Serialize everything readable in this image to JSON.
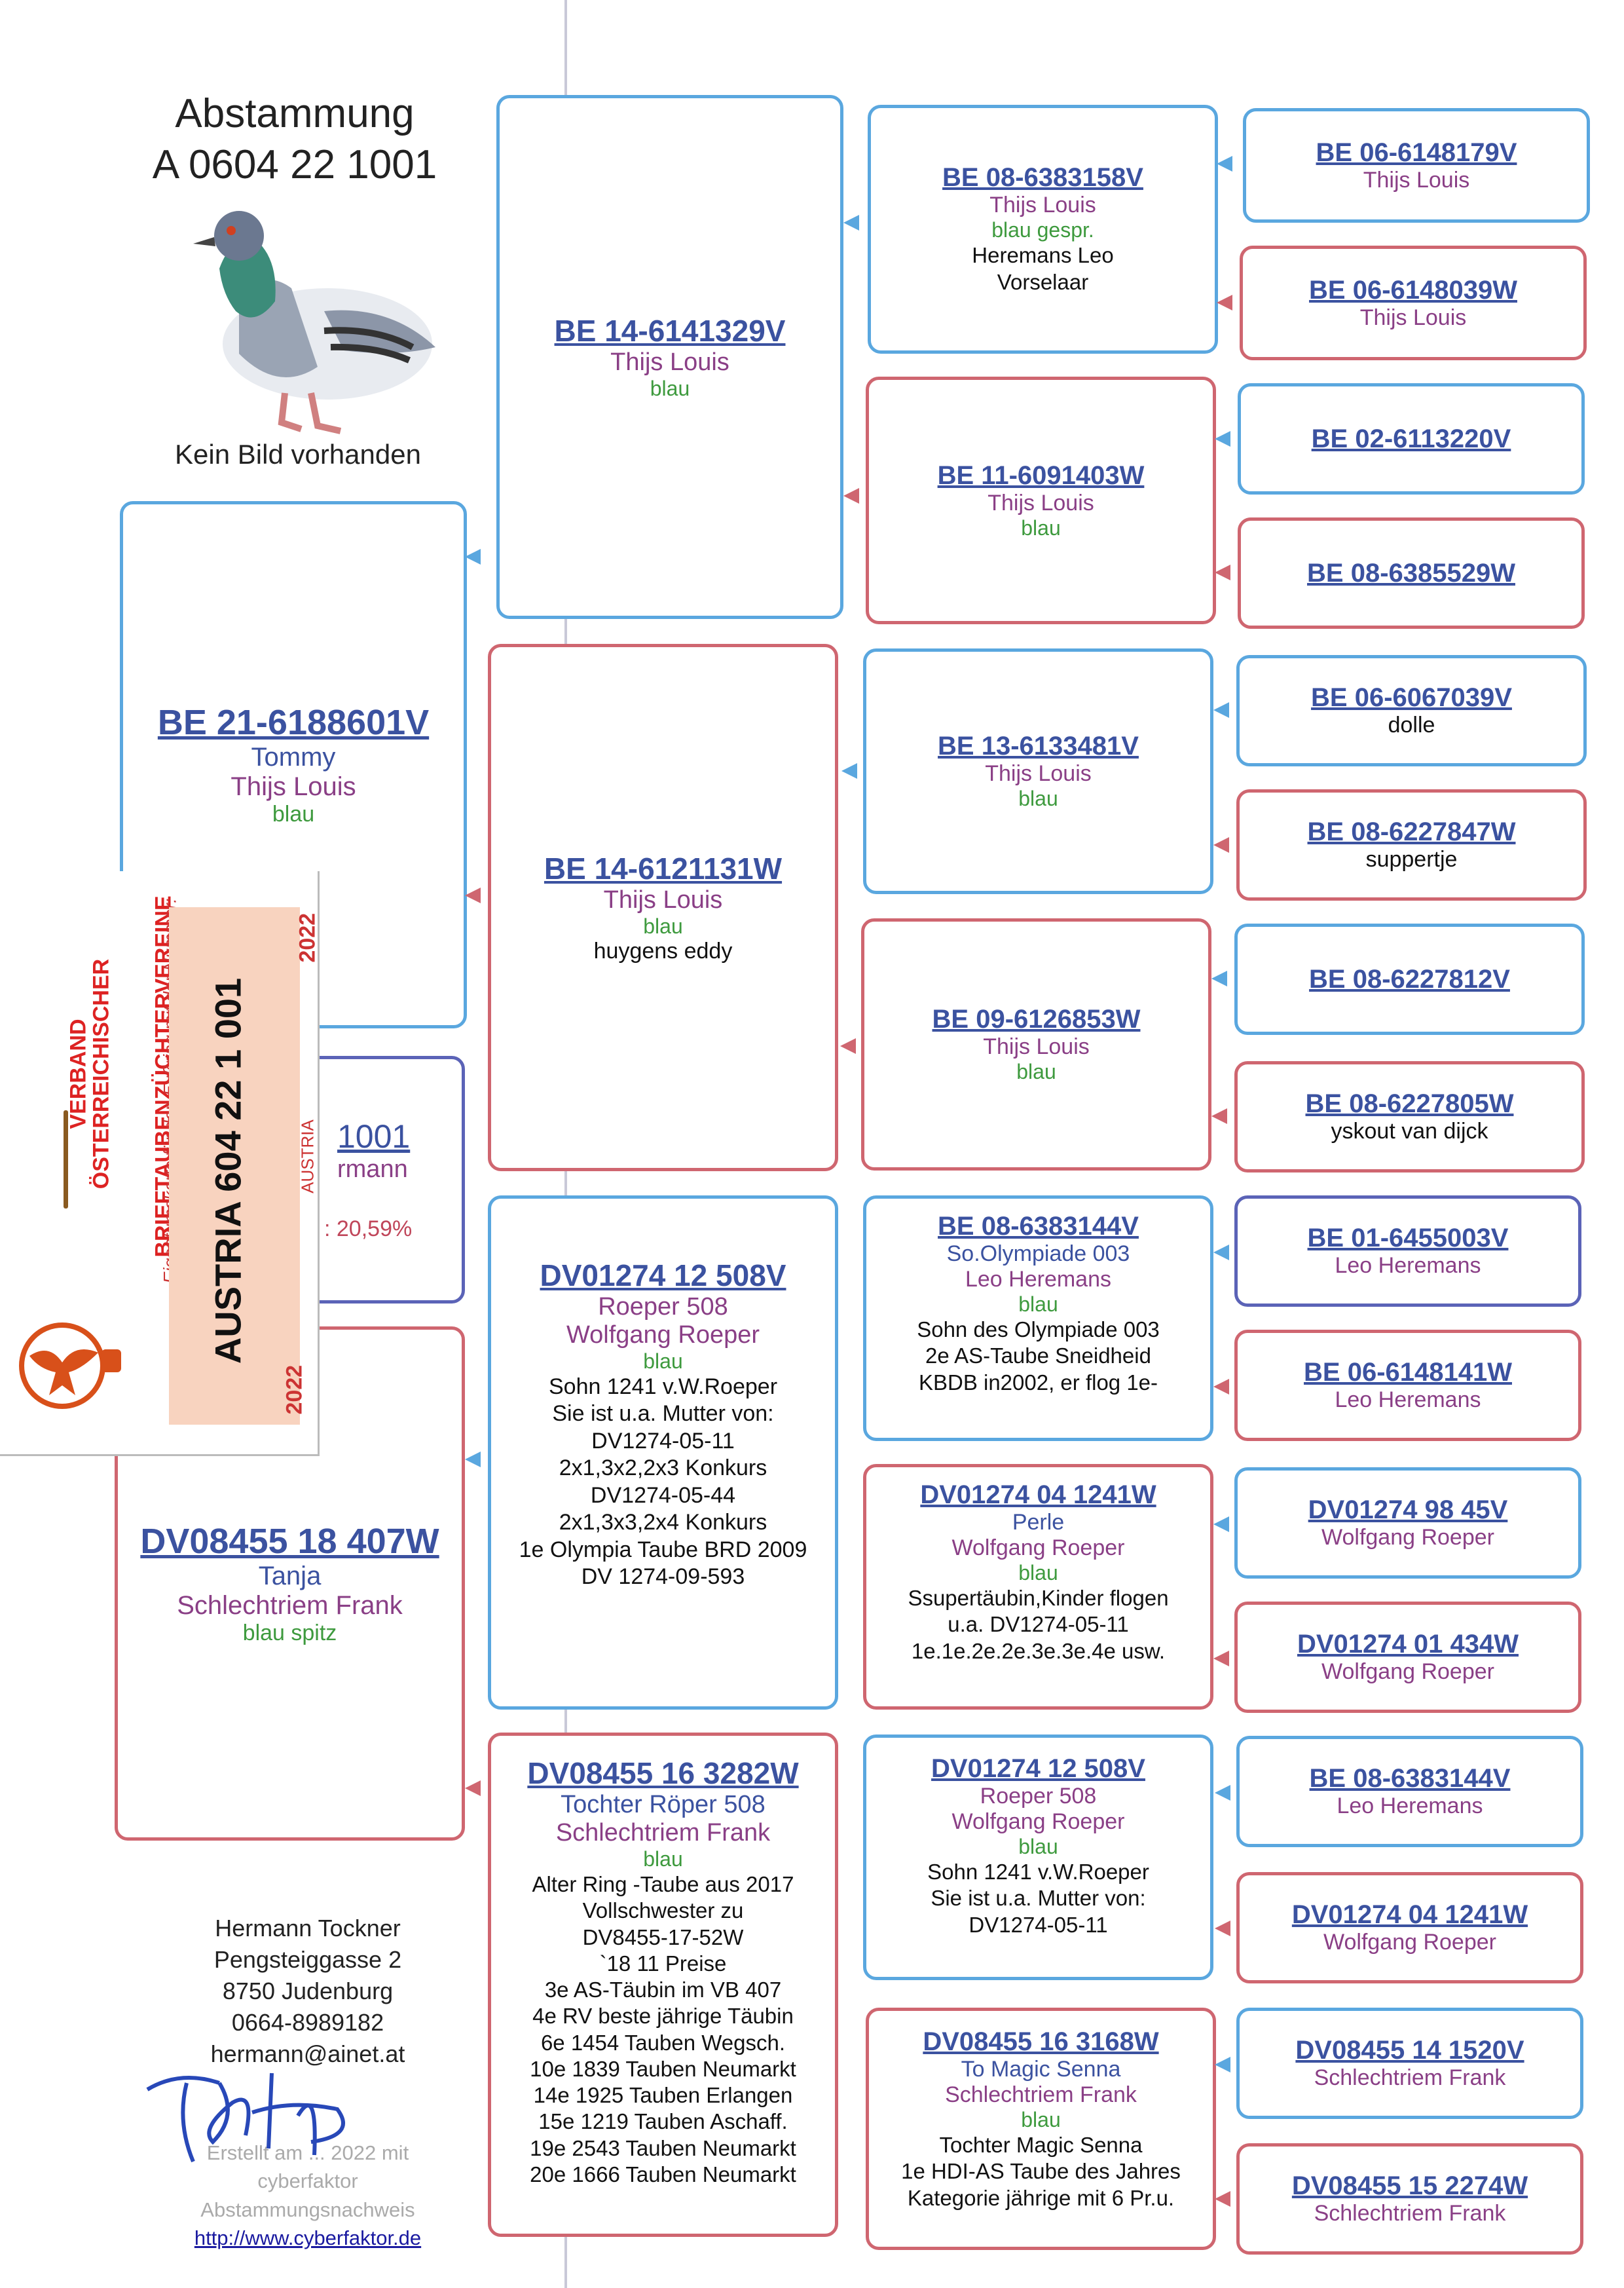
{
  "header": {
    "title_line1": "Abstammung",
    "title_line2": "A 0604 22 1001",
    "no_picture": "Kein Bild vorhanden"
  },
  "gen1": {
    "sire": {
      "ring": "BE 21-6188601V",
      "name": "Tommy",
      "owner": "Thijs Louis",
      "color": "blau"
    },
    "dam": {
      "ring": "DV08455 18 407W",
      "name": "Tanja",
      "owner": "Schlechtriem Frank",
      "color": "blau spitz"
    },
    "subject": {
      "ring_partial": "1001",
      "owner_partial": "rmann",
      "percent": ": 20,59%"
    }
  },
  "gen2": [
    {
      "ring": "BE 14-6141329V",
      "owner": "Thijs Louis",
      "color": "blau"
    },
    {
      "ring": "BE 14-6121131W",
      "owner": "Thijs Louis",
      "color": "blau",
      "note": "huygens eddy"
    },
    {
      "ring": "DV01274 12 508V",
      "name": "Roeper 508",
      "owner": "Wolfgang Roeper",
      "color": "blau",
      "notes": [
        "Sohn 1241 v.W.Roeper",
        "Sie ist u.a. Mutter von:",
        "DV1274-05-11",
        "2x1,3x2,2x3 Konkurs",
        "DV1274-05-44",
        "2x1,3x3,2x4 Konkurs",
        "1e Olympia Taube BRD 2009",
        "DV 1274-09-593"
      ]
    },
    {
      "ring": "DV08455 16 3282W",
      "name": "Tochter Röper 508",
      "owner": "Schlechtriem Frank",
      "color": "blau",
      "notes": [
        "Alter Ring -Taube aus 2017",
        "Vollschwester zu",
        "DV8455-17-52W",
        "`18 11 Preise",
        "3e AS-Täubin im VB 407",
        "4e RV beste jährige Täubin",
        "6e   1454 Tauben Wegsch.",
        "10e 1839 Tauben Neumarkt",
        "14e 1925 Tauben Erlangen",
        "15e 1219 Tauben Aschaff.",
        "19e 2543 Tauben Neumarkt",
        "20e 1666 Tauben Neumarkt"
      ]
    }
  ],
  "gen3": [
    {
      "ring": "BE 08-6383158V",
      "owner": "Thijs Louis",
      "color": "blau gespr.",
      "notes": [
        "Heremans Leo",
        "Vorselaar"
      ]
    },
    {
      "ring": "BE 11-6091403W",
      "owner": "Thijs Louis",
      "color": "blau"
    },
    {
      "ring": "BE 13-6133481V",
      "owner": "Thijs Louis",
      "color": "blau"
    },
    {
      "ring": "BE 09-6126853W",
      "owner": "Thijs Louis",
      "color": "blau"
    },
    {
      "ring": "BE 08-6383144V",
      "name": "So.Olympiade 003",
      "owner": "Leo Heremans",
      "color": "blau",
      "notes": [
        "Sohn des Olympiade 003",
        "2e AS-Taube Sneidheid",
        "KBDB in2002, er flog 1e-"
      ]
    },
    {
      "ring": "DV01274 04 1241W",
      "name": "Perle",
      "owner": "Wolfgang Roeper",
      "color": "blau",
      "notes": [
        "Ssupertäubin,Kinder flogen",
        "u.a. DV1274-05-11",
        "1e.1e.2e.2e.3e.3e.4e usw."
      ]
    },
    {
      "ring": "DV01274 12 508V",
      "name": "Roeper 508",
      "owner": "Wolfgang Roeper",
      "color": "blau",
      "notes": [
        "Sohn 1241 v.W.Roeper",
        "Sie ist u.a. Mutter von:",
        "DV1274-05-11"
      ]
    },
    {
      "ring": "DV08455 16 3168W",
      "name": "To Magic Senna",
      "owner": "Schlechtriem Frank",
      "color": "blau",
      "notes": [
        "Tochter Magic Senna",
        "1e HDI-AS Taube des Jahres",
        "Kategorie jährige mit 6 Pr.u."
      ]
    }
  ],
  "gen4": [
    {
      "ring": "BE 06-6148179V",
      "owner": "Thijs Louis"
    },
    {
      "ring": "BE 06-6148039W",
      "owner": "Thijs Louis"
    },
    {
      "ring": "BE 02-6113220V"
    },
    {
      "ring": "BE 08-6385529W"
    },
    {
      "ring": "BE 06-6067039V",
      "note": "dolle"
    },
    {
      "ring": "BE 08-6227847W",
      "note": "suppertje"
    },
    {
      "ring": "BE 08-6227812V"
    },
    {
      "ring": "BE 08-6227805W",
      "note": "yskout van dijck"
    },
    {
      "ring": "BE 01-6455003V",
      "owner": "Leo Heremans"
    },
    {
      "ring": "BE 06-6148141W",
      "owner": "Leo Heremans"
    },
    {
      "ring": "DV01274 98 45V",
      "owner": "Wolfgang Roeper"
    },
    {
      "ring": "DV01274 01 434W",
      "owner": "Wolfgang Roeper"
    },
    {
      "ring": "BE 08-6383144V",
      "owner": "Leo Heremans"
    },
    {
      "ring": "DV01274 04 1241W",
      "owner": "Wolfgang Roeper"
    },
    {
      "ring": "DV08455 14 1520V",
      "owner": "Schlechtriem Frank"
    },
    {
      "ring": "DV08455 15 2274W",
      "owner": "Schlechtriem Frank"
    }
  ],
  "breeder": {
    "name": "Hermann Tockner",
    "street": "Pengsteiggasse 2",
    "city": "8750 Judenburg",
    "phone": "0664-8989182",
    "email": "hermann@ainet.at"
  },
  "footer": {
    "line1": "Erstellt am ... 2022 mit",
    "line2": "cyberfaktor",
    "line3": "Abstammungsnachweis",
    "url": "http://www.cyberfaktor.de"
  },
  "card": {
    "org_line1": "VERBAND",
    "org_line2": "ÖSTERREICHISCHER",
    "org_line3": "BRIEFTAUBENZÜCHTERVEREINE",
    "caption": "Eigentumskarte für den Fußring mit der Nummer:",
    "ring_number": "AUSTRIA 604 22 1 001",
    "small_ring": "AUSTRIA 604 22 1 001",
    "country": "AUSTRIA",
    "year": "2022"
  },
  "colors": {
    "male_border": "#5aa7df",
    "female_border": "#cf6670",
    "ring": "#3b52a0",
    "owner": "#8a3f86",
    "color_text": "#3e9a3e"
  }
}
